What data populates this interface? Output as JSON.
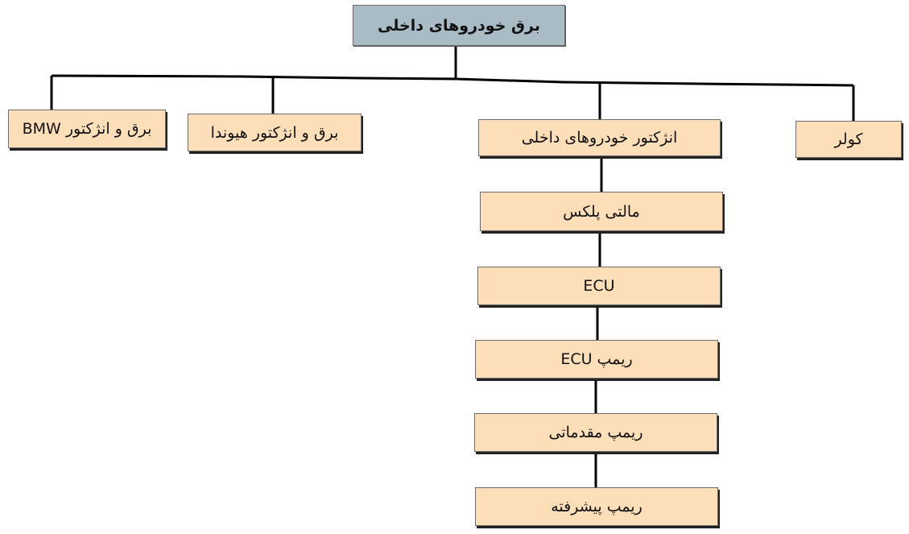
{
  "diagram": {
    "root": "برق خودروهای داخلی",
    "branches": {
      "bmw": "برق و انژکتور BMW",
      "honda": "برق و انژکتور هیوندا",
      "injector": "انژکتور خودروهای داخلی",
      "cooler": "کولر"
    },
    "injector_chain": {
      "multiplex": "مالتی پلکس",
      "ecu": "ECU",
      "ecu_remap": "ریمپ ECU",
      "remap_basic": "ریمپ مقدماتی",
      "remap_advanced": "ریمپ پیشرفته"
    },
    "colors": {
      "root_fill": "#a9bcc6",
      "node_fill": "#fcdfb9",
      "connector": "#000000"
    }
  }
}
